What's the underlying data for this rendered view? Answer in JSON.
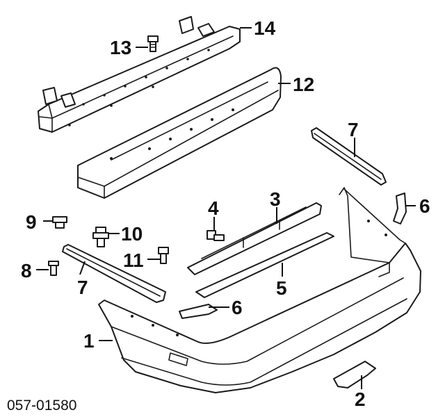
{
  "diagram": {
    "callouts": {
      "c1": "1",
      "c2": "2",
      "c3": "3",
      "c4": "4",
      "c5": "5",
      "c6a": "6",
      "c6b": "6",
      "c7a": "7",
      "c7b": "7",
      "c8": "8",
      "c9": "9",
      "c10": "10",
      "c11": "11",
      "c12": "12",
      "c13": "13",
      "c14": "14"
    },
    "diagram_code": "057-01580"
  }
}
